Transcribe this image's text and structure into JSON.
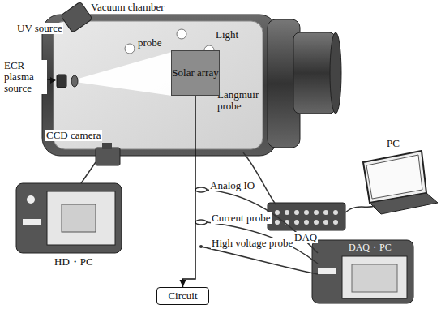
{
  "diagram": {
    "nodes": [
      {
        "text": [
          "Solar array"
        ]
      },
      {
        "text": [
          "Circuit"
        ]
      }
    ],
    "edges": [
      {
        "from": 0,
        "to": 1,
        "arrow": "to"
      }
    ],
    "labels": [
      "Vacuum chamber",
      "UV source",
      "probe",
      "Light",
      "ECR plasma source",
      "Langmuir probe",
      "CCD camera",
      "Analog IO",
      "Current probe",
      "High voltage probe",
      "DAQ",
      "PC",
      "HD・PC",
      "DAQ・PC"
    ]
  }
}
